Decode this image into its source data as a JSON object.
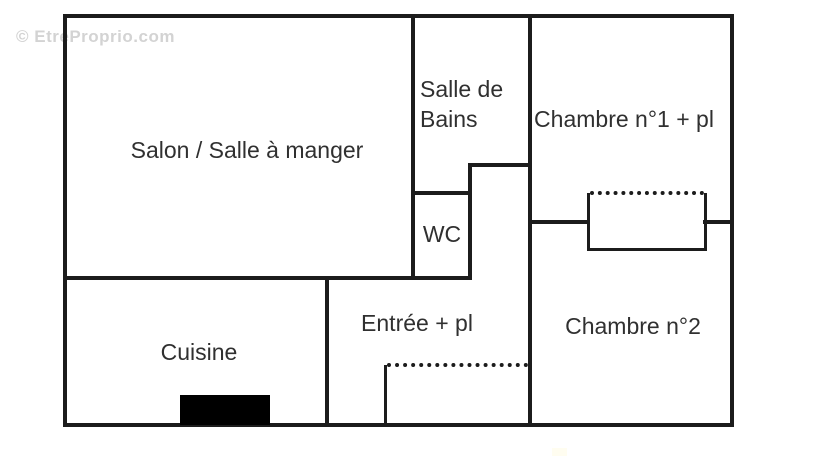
{
  "watermark": {
    "text": "© EtreProprio.com",
    "color": "#d3d3d3"
  },
  "rooms": {
    "salon": "Salon / Salle à manger",
    "salle_de_bains": "Salle de Bains",
    "wc": "WC",
    "chambre1": "Chambre n°1 + pl",
    "chambre2": "Chambre n°2",
    "cuisine": "Cuisine",
    "entree": "Entrée + pl"
  },
  "features": {
    "closet_between_bedrooms": "dotted-front closet between Chambre n°1 and Chambre n°2",
    "closet_entree": "dotted-front closet in Entrée",
    "kitchen_fixture": "solid black block on bottom wall of Cuisine"
  },
  "colors": {
    "wall": "#1c1c1c",
    "text": "#303030",
    "background": "#ffffff"
  }
}
